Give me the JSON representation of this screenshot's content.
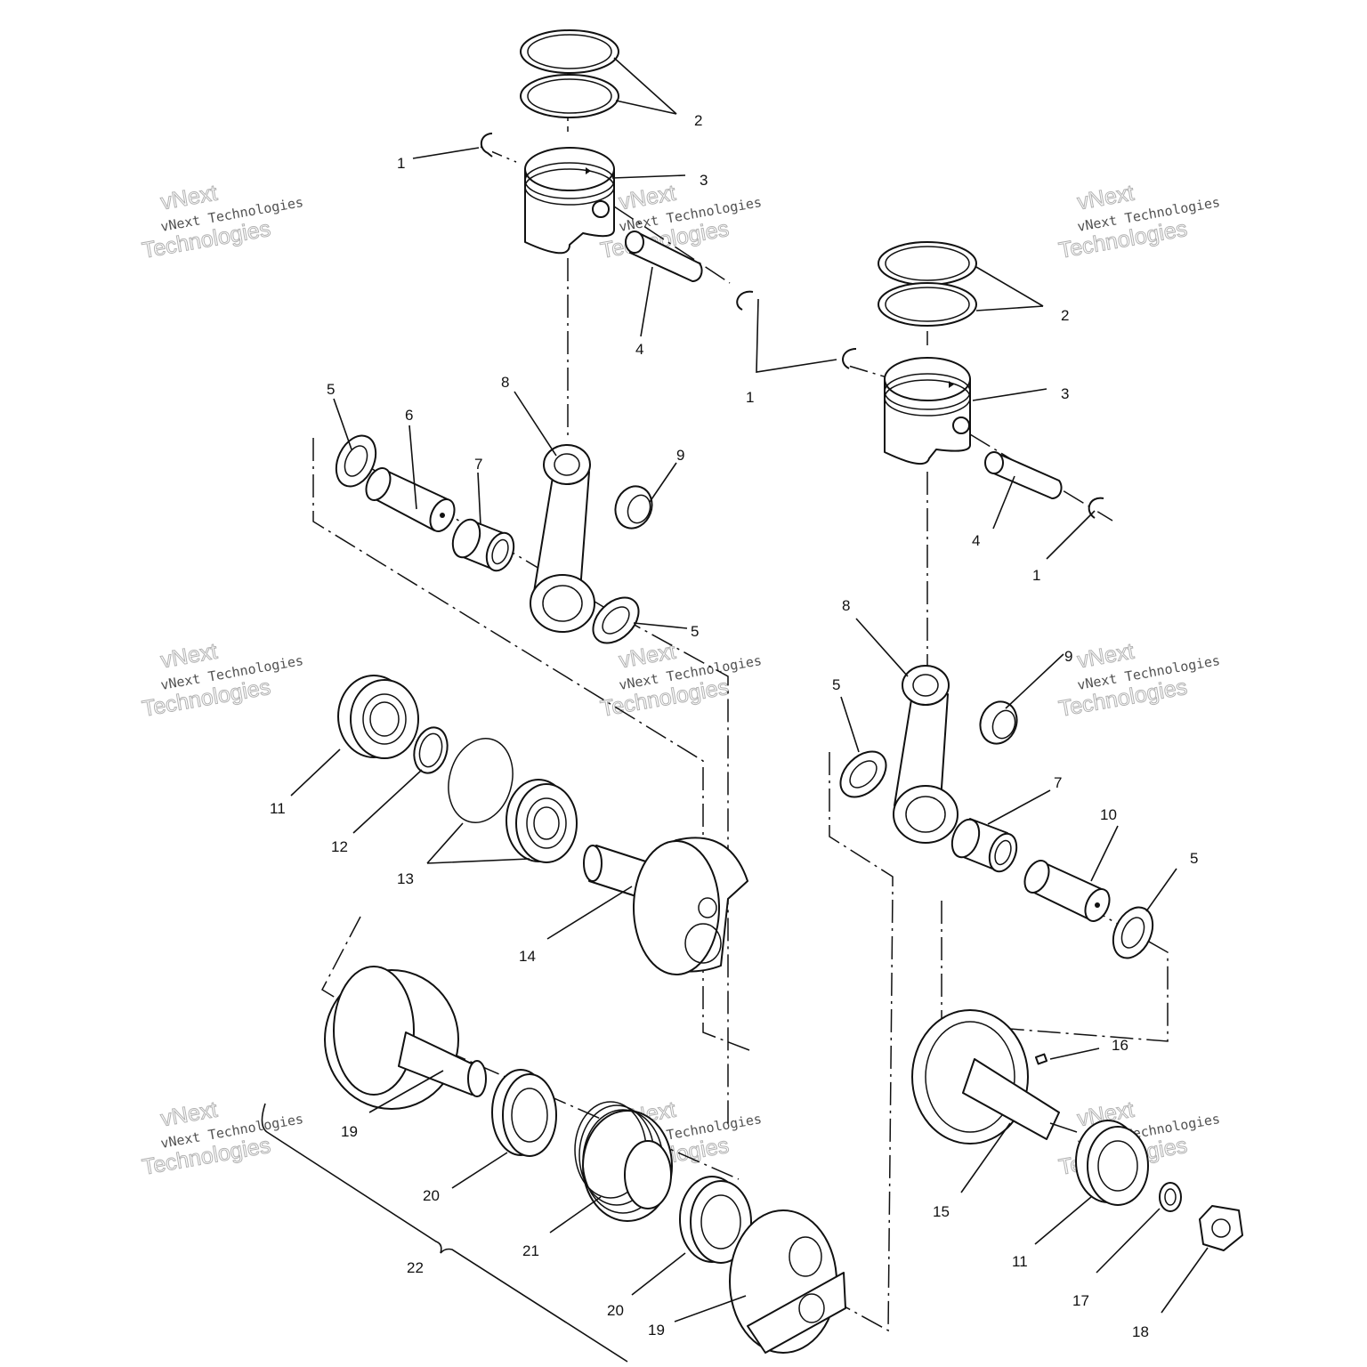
{
  "diagram": {
    "callouts": [
      {
        "id": "c1a",
        "text": "1"
      },
      {
        "id": "c2a",
        "text": "2"
      },
      {
        "id": "c3a",
        "text": "3"
      },
      {
        "id": "c4a",
        "text": "4"
      },
      {
        "id": "c5a",
        "text": "5"
      },
      {
        "id": "c6",
        "text": "6"
      },
      {
        "id": "c7a",
        "text": "7"
      },
      {
        "id": "c8a",
        "text": "8"
      },
      {
        "id": "c9a",
        "text": "9"
      },
      {
        "id": "c5b",
        "text": "5"
      },
      {
        "id": "c2b",
        "text": "2"
      },
      {
        "id": "c1b",
        "text": "1"
      },
      {
        "id": "c3b",
        "text": "3"
      },
      {
        "id": "c4b",
        "text": "4"
      },
      {
        "id": "c1c",
        "text": "1"
      },
      {
        "id": "c8b",
        "text": "8"
      },
      {
        "id": "c9b",
        "text": "9"
      },
      {
        "id": "c5c",
        "text": "5"
      },
      {
        "id": "c7b",
        "text": "7"
      },
      {
        "id": "c10",
        "text": "10"
      },
      {
        "id": "c5d",
        "text": "5"
      },
      {
        "id": "c11a",
        "text": "11"
      },
      {
        "id": "c12",
        "text": "12"
      },
      {
        "id": "c13",
        "text": "13"
      },
      {
        "id": "c14",
        "text": "14"
      },
      {
        "id": "c19a",
        "text": "19"
      },
      {
        "id": "c20a",
        "text": "20"
      },
      {
        "id": "c21",
        "text": "21"
      },
      {
        "id": "c20b",
        "text": "20"
      },
      {
        "id": "c19b",
        "text": "19"
      },
      {
        "id": "c22",
        "text": "22"
      },
      {
        "id": "c16",
        "text": "16"
      },
      {
        "id": "c15",
        "text": "15"
      },
      {
        "id": "c11b",
        "text": "11"
      },
      {
        "id": "c17",
        "text": "17"
      },
      {
        "id": "c18",
        "text": "18"
      }
    ]
  },
  "watermark": {
    "line1": "vNext Technologies",
    "brand_top": "vNext",
    "brand_bottom": "Technologies"
  }
}
